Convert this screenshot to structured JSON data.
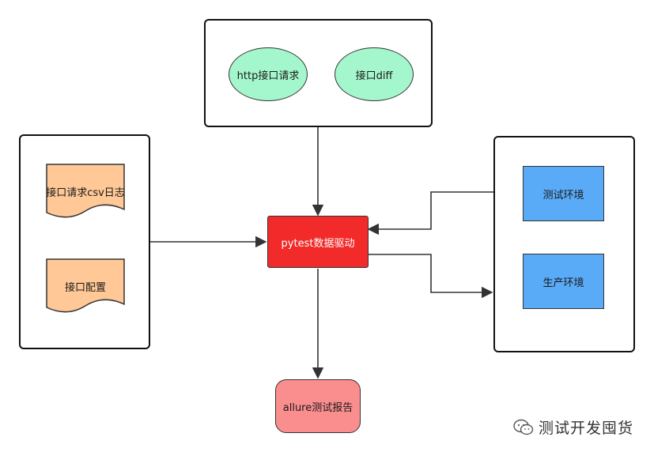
{
  "nodes": {
    "http_request": "http接口请求",
    "api_diff": "接口diff",
    "csv_log": "接口请求csv日志",
    "api_config": "接口配置",
    "pytest_driver": "pytest数据驱动",
    "test_env": "测试环境",
    "prod_env": "生产环境",
    "allure_report": "allure测试报告"
  },
  "watermark": "测试开发囤货",
  "colors": {
    "ellipse": "#a4f7cc",
    "document": "#ffc896",
    "env": "#5aabf7",
    "driver": "#f22a2a",
    "report": "#fa8d8d"
  }
}
